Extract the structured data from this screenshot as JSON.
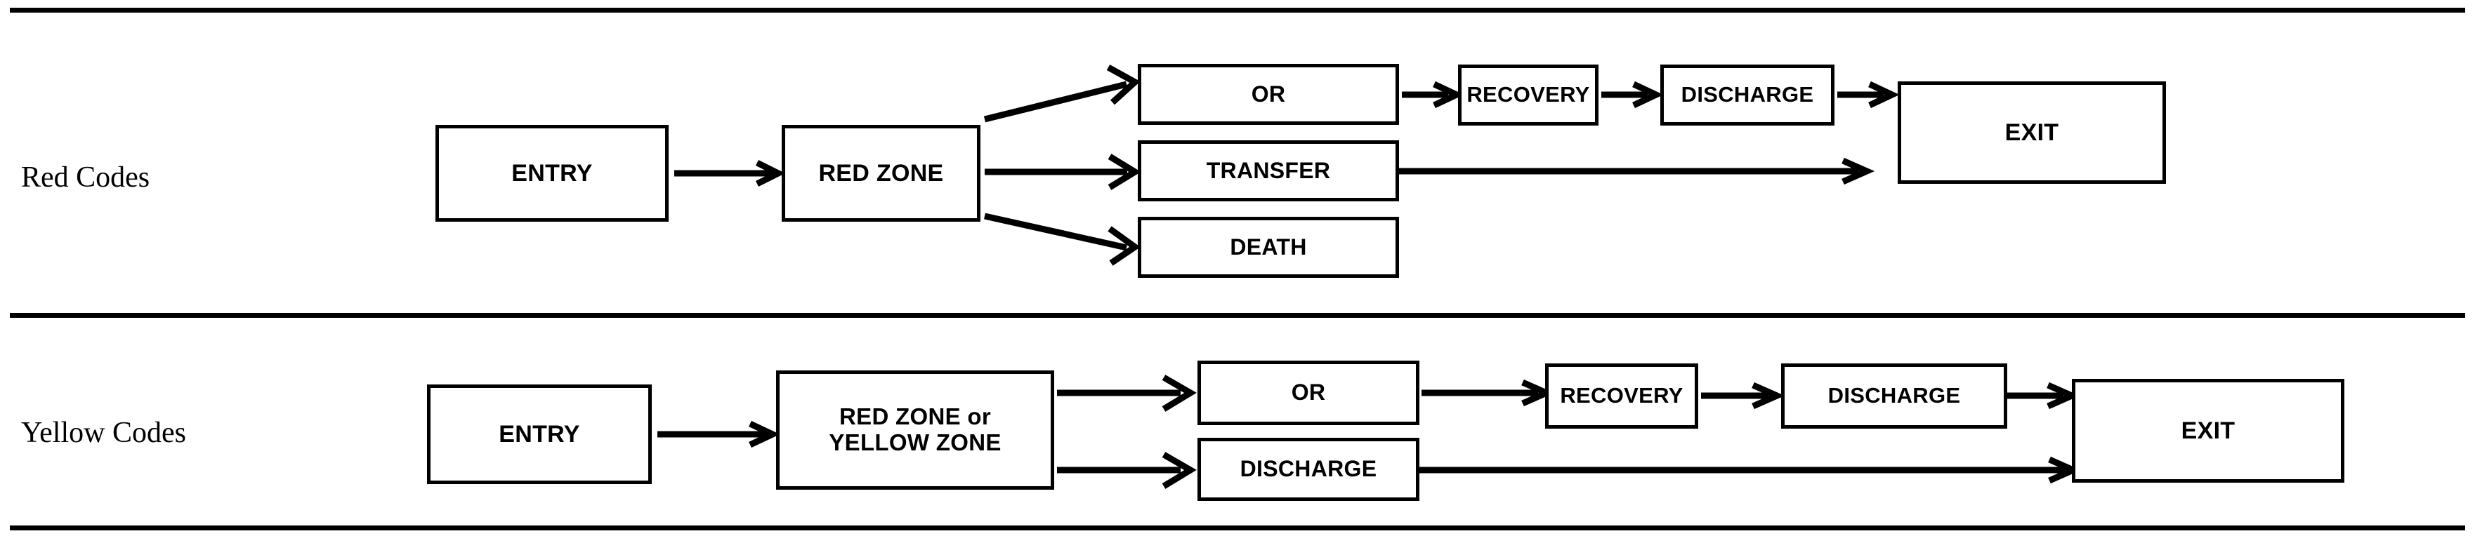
{
  "diagram": {
    "title_rows": [
      "Red Codes",
      "Yellow Codes"
    ],
    "rows": [
      {
        "id": "red-codes",
        "label": "Red Codes",
        "nodes": {
          "entry": "ENTRY",
          "zone": "RED ZONE",
          "or": "OR",
          "transfer": "TRANSFER",
          "death": "DEATH",
          "recovery": "RECOVERY",
          "discharge": "DISCHARGE",
          "exit": "EXIT"
        },
        "flow_text": "ENTRY -> RED ZONE -> {OR, TRANSFER, DEATH}; OR -> RECOVERY -> DISCHARGE -> EXIT; TRANSFER -> EXIT"
      },
      {
        "id": "yellow-codes",
        "label": "Yellow Codes",
        "nodes": {
          "entry": "ENTRY",
          "zone_line1": "RED ZONE or",
          "zone_line2": "YELLOW ZONE",
          "or": "OR",
          "discharge_branch": "DISCHARGE",
          "recovery": "RECOVERY",
          "discharge": "DISCHARGE",
          "exit": "EXIT"
        },
        "flow_text": "ENTRY -> RED ZONE or YELLOW ZONE -> {OR, DISCHARGE}; OR -> RECOVERY -> DISCHARGE -> EXIT; DISCHARGE -> EXIT"
      }
    ],
    "colors": {
      "stroke": "#000000",
      "background": "#ffffff",
      "text": "#000000"
    },
    "arrow_names": [
      "entry-to-zone",
      "zone-to-or",
      "zone-to-transfer",
      "zone-to-death",
      "or-to-recovery",
      "recovery-to-discharge",
      "discharge-to-exit",
      "transfer-to-exit"
    ]
  }
}
